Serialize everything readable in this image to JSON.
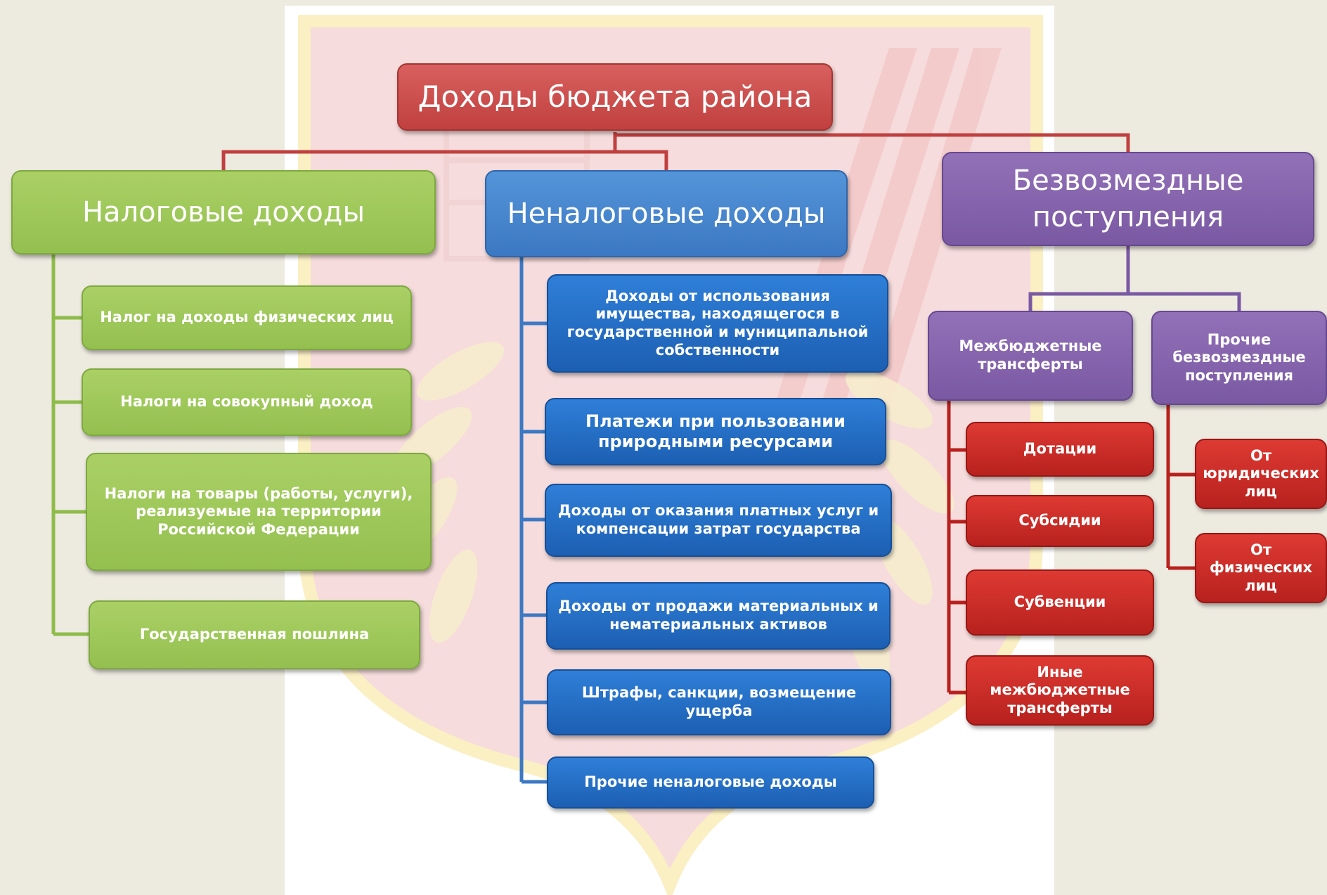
{
  "root": {
    "label": "Доходы бюджета района"
  },
  "branches": {
    "tax": {
      "label": "Налоговые доходы",
      "items": [
        "Налог на доходы физических лиц",
        "Налоги на совокупный доход",
        "Налоги на товары (работы, услуги), реализуемые на территории Российской Федерации",
        "Государственная пошлина"
      ]
    },
    "nontax": {
      "label": "Неналоговые доходы",
      "items": [
        "Доходы от использования имущества, находящегося в государственной и муниципальной собственности",
        "Платежи при пользовании природными ресурсами",
        "Доходы от оказания платных услуг и компенсации затрат государства",
        "Доходы от продажи материальных и нематериальных активов",
        "Штрафы, санкции, возмещение ущерба",
        "Прочие неналоговые доходы"
      ]
    },
    "gratuitous": {
      "label": "Безвозмездные поступления",
      "sub": {
        "transfers": {
          "label": "Межбюджетные трансферты",
          "items": [
            "Дотации",
            "Субсидии",
            "Субвенции",
            "Иные межбюджетные трансферты"
          ]
        },
        "other": {
          "label": "Прочие безвозмездные поступления",
          "items": [
            "От юридических лиц",
            "От физических лиц"
          ]
        }
      }
    }
  },
  "colors": {
    "background": "#edeae0",
    "root": "#c94a49",
    "tax": "#9dc85a",
    "nontax": "#4a87d0",
    "nontax_items": "#2a6fc7",
    "gratuitous": "#8463ad",
    "gratuitous_items": "#c82c28",
    "emblem_shield": "#f4dede"
  },
  "background_image": {
    "icon": "coat-of-arms-emblem"
  }
}
